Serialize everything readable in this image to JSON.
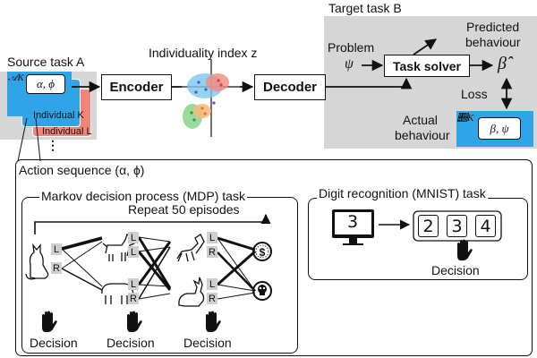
{
  "target_task": {
    "title": "Target task B",
    "problem_label": "Problem",
    "problem_symbol": "ψ",
    "task_solver_label": "Task solver",
    "predicted_label_line1": "Predicted",
    "predicted_label_line2": "behaviour",
    "predicted_symbol": "β̂",
    "loss_label": "Loss",
    "actual_label_line1": "Actual",
    "actual_label_line2": "behaviour",
    "actual_set_symbol": "𝒝K",
    "actual_card_text": "β, ψ"
  },
  "source_task": {
    "title": "Source task A",
    "set_symbol": "𝒜K",
    "card_text": "α, ϕ",
    "individual_k": "Individual K",
    "individual_l": "Individual L",
    "more": "⋮"
  },
  "pipeline": {
    "encoder_label": "Encoder",
    "individuality_label": "Individuality index z",
    "decoder_label": "Decoder"
  },
  "action_sequence": {
    "title": "Action sequence (α, ϕ)",
    "mdp": {
      "title": "Markov decision process (MDP) task",
      "repeat_label": "Repeat 50 episodes",
      "decision_labels": [
        "Decision",
        "Decision",
        "Decision"
      ],
      "lr_letters": [
        "L",
        "R",
        "L",
        "L",
        "L",
        "R",
        "L",
        "R",
        "L",
        "R"
      ]
    },
    "mnist": {
      "title": "Digit recognition (MNIST) task",
      "screen_digit": "3",
      "digits": [
        "2",
        "3",
        "4"
      ],
      "decision_label": "Decision"
    }
  },
  "colors": {
    "gray_panel": "#d6d6d6",
    "blue": "#2fa4e7",
    "salmon": "#f2857a",
    "lr_gray": "#cfcfcf"
  }
}
